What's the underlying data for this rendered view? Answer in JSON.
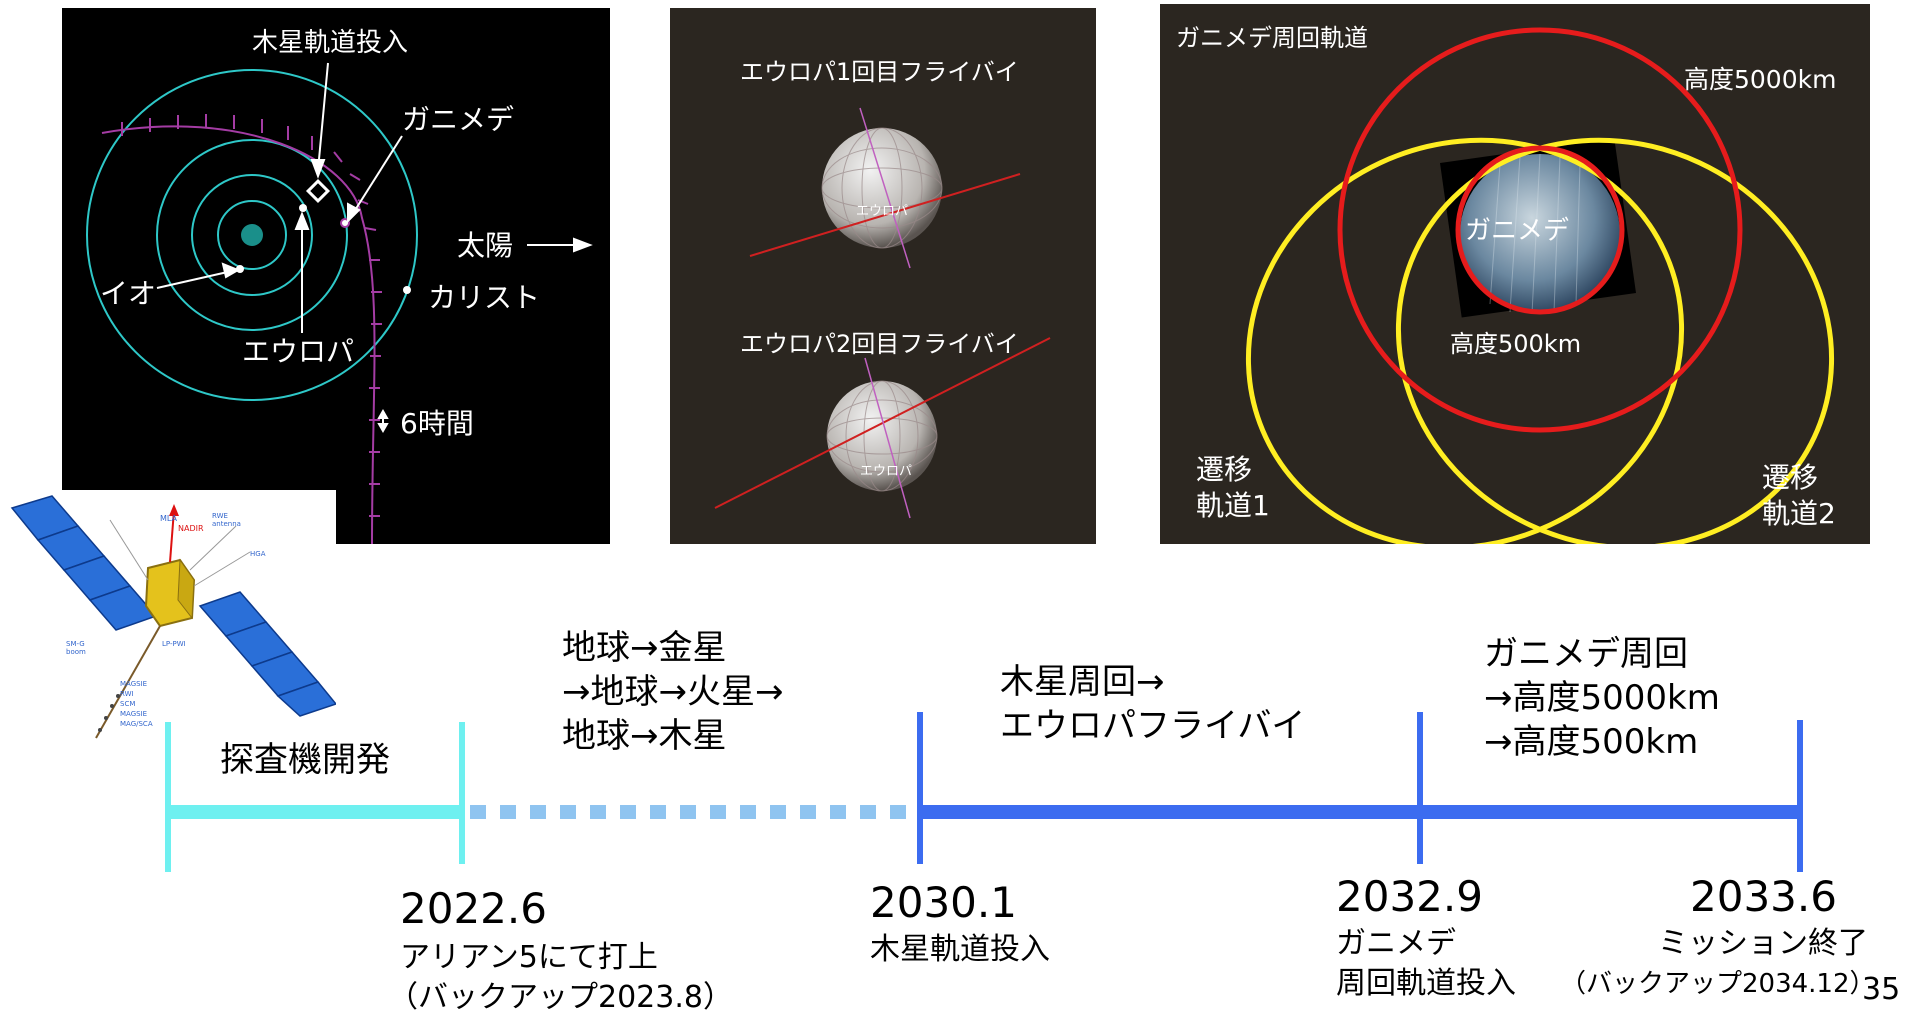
{
  "orbit_panel": {
    "jupiter_orbit_insertion": "木星軌道投入",
    "ganymede": "ガニメデ",
    "sun": "太陽",
    "io": "イオ",
    "callisto": "カリスト",
    "europa": "エウロパ",
    "six_hours": "6時間"
  },
  "flyby_panel": {
    "flyby1_title": "エウロパ1回目フライバイ",
    "flyby2_title": "エウロパ2回目フライバイ",
    "europa_label": "エウロパ"
  },
  "ganymede_panel": {
    "title": "ガニメデ周回軌道",
    "alt_5000": "高度5000km",
    "alt_500": "高度500km",
    "ganymede": "ガニメデ",
    "transfer1_line1": "遷移",
    "transfer1_line2": "軌道1",
    "transfer2_line1": "遷移",
    "transfer2_line2": "軌道2"
  },
  "spacecraft": {
    "labels": [
      "MLA",
      "NADIR",
      "RWE antenna",
      "HGA",
      "SM-G boom",
      "MAGSIE",
      "RWI",
      "SCM",
      "MAGSIE",
      "MAG/SCA",
      "LP-PWI"
    ]
  },
  "timeline": {
    "phase_dev": "探査機開発",
    "phase_cruise_1": "地球→金星",
    "phase_cruise_2": "→地球→火星→",
    "phase_cruise_3": "地球→木星",
    "phase_jupiter_1": "木星周回→",
    "phase_jupiter_2": "エウロパフライバイ",
    "phase_ganymede_1": "ガニメデ周回",
    "phase_ganymede_2": "→高度5000km",
    "phase_ganymede_3": "→高度500km",
    "m1_year": "2022.6",
    "m1_desc1": "アリアン5にて打上",
    "m1_desc2": "（バックアップ2023.8）",
    "m2_year": "2030.1",
    "m2_desc1": "木星軌道投入",
    "m3_year": "2032.9",
    "m3_desc1": "ガニメデ",
    "m3_desc2": "周回軌道投入",
    "m4_year": "2033.6",
    "m4_desc1": "ミッション終了",
    "m4_desc2": "（バックアップ2034.12）"
  },
  "page_number": "35",
  "colors": {
    "dev": "#6ef0f0",
    "cruise": "#8fc4f0",
    "mission": "#3c6cf0",
    "orbit_cyan": "#2ec8c8",
    "trajectory": "#a43ca4",
    "ring_red": "#e61c1c",
    "ring_yellow": "#ffee22",
    "panel_dark": "#2b2620"
  }
}
